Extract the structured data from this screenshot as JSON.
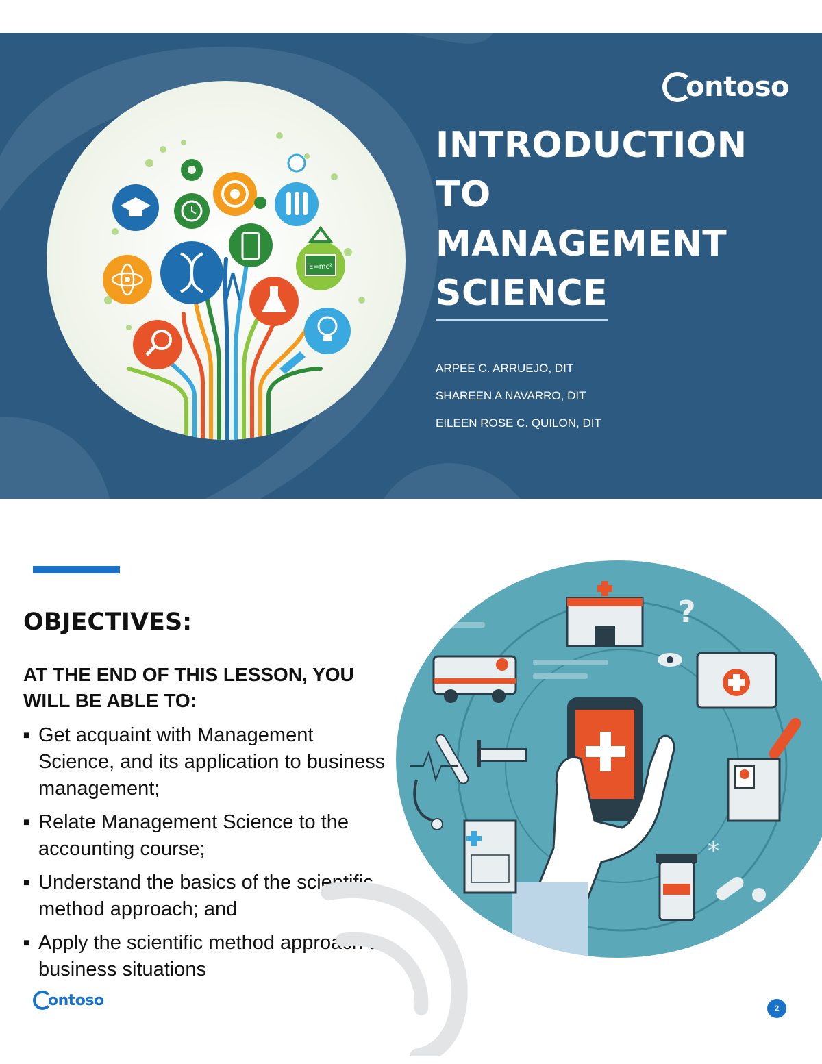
{
  "brand": {
    "name": "ontoso"
  },
  "slide1": {
    "title_lines": [
      "INTRODUCTION",
      "TO",
      "MANAGEMENT",
      "SCIENCE"
    ],
    "authors": [
      "ARPEE C. ARRUEJO, DIT",
      "SHAREEN A NAVARRO, DIT",
      "EILEEN ROSE C. QUILON, DIT"
    ],
    "formula": "E=mc²",
    "icons": [
      "graduation-cap-icon",
      "alarm-clock-icon",
      "target-icon",
      "apple-icon",
      "test-tubes-icon",
      "gear-icon",
      "dna-icon",
      "smartphone-icon",
      "chalkboard-icon",
      "atom-icon",
      "compass-icon",
      "flask-icon",
      "magnifier-icon",
      "lightbulb-icon",
      "pencil-icon",
      "flask-top-icon"
    ]
  },
  "slide2": {
    "heading": "OBJECTIVES:",
    "subheading": "AT THE END OF THIS LESSON, YOU WILL BE ABLE TO:",
    "bullet_glyph": "■",
    "objectives": [
      "Get acquaint with Management Science, and its application to business management;",
      "Relate Management Science to the accounting course;",
      "Understand the basics of the scientific method approach; and",
      "Apply the scientific method approach to business situations"
    ],
    "page_number": "2",
    "icons": [
      "hospital-icon",
      "question-mark-icon",
      "ambulance-icon",
      "eye-icon",
      "first-aid-kit-icon",
      "smartphone-cross-icon",
      "hand-icon",
      "bed-icon",
      "thermometer-icon",
      "test-tube-icon",
      "id-card-icon",
      "medical-chart-icon",
      "pill-bottle-icon",
      "capsule-icon",
      "stethoscope-icon"
    ]
  },
  "colors": {
    "slide_bg": "#2d5a80",
    "accent": "#1a73c8",
    "med_bg": "#5aa8b8"
  }
}
